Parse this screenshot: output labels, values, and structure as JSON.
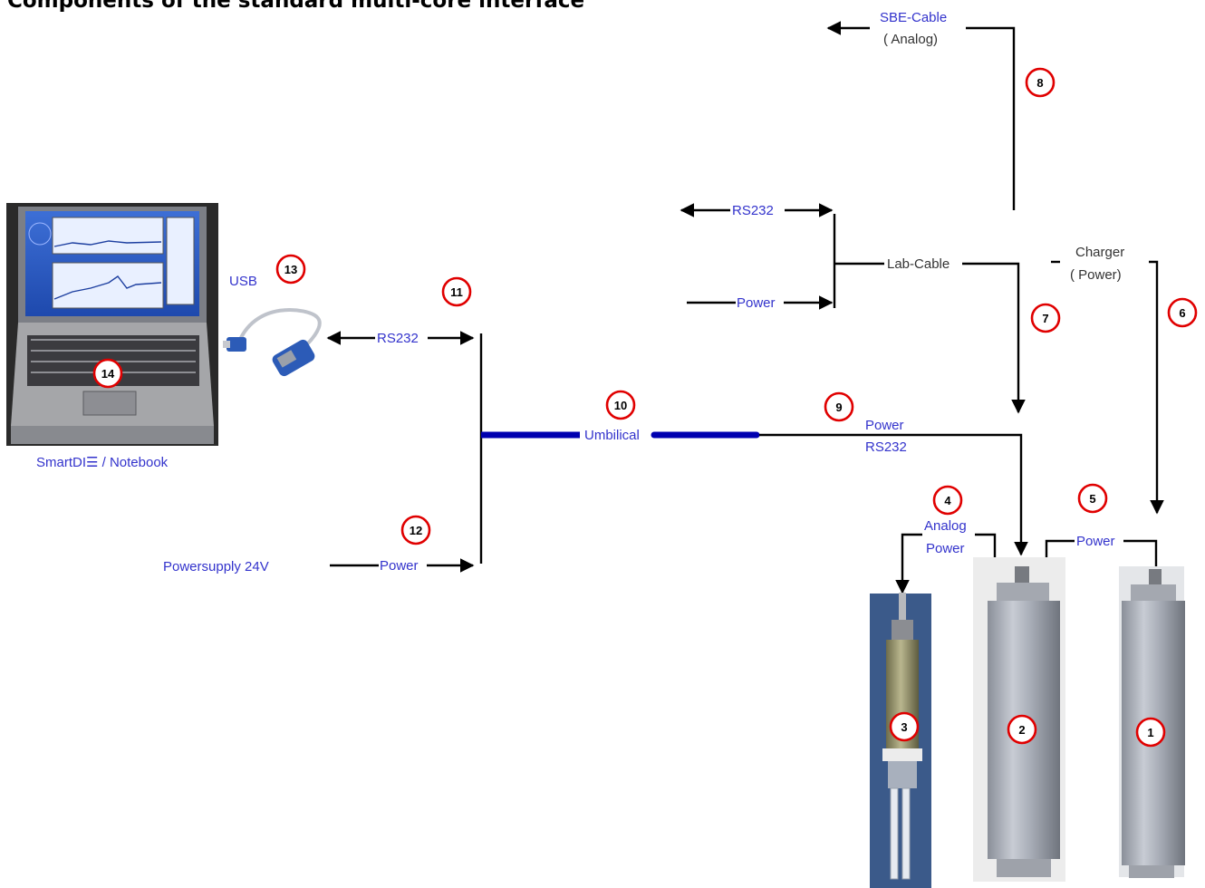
{
  "page": {
    "title": "Components of the standard multi-core interface"
  },
  "labels": {
    "sbe_cable": "SBE-Cable",
    "sbe_analog": "( Analog)",
    "rs232_lab": "RS232",
    "power_lab": "Power",
    "lab_cable": "Lab-Cable",
    "charger": "Charger",
    "charger_power": "( Power)",
    "usb": "USB",
    "rs232_notebook": "RS232",
    "umbilical": "Umbilical",
    "power_9": "Power",
    "rs232_9": "RS232",
    "analog_4": "Analog",
    "power_4": "Power",
    "power_5": "Power",
    "notebook_caption": "SmartDI☰ / Notebook",
    "powersupply": "Powersupply 24V",
    "power_12": "Power"
  },
  "numbers": [
    "1",
    "2",
    "3",
    "4",
    "5",
    "6",
    "7",
    "8",
    "9",
    "10",
    "11",
    "12",
    "13",
    "14"
  ],
  "colors": {
    "label_blue": "#3333cc",
    "umbilical": "#0000b0",
    "marker_red": "#e00000"
  },
  "icons": {
    "notebook": "laptop-photo",
    "usb_adapter": "usb-serial-adapter-photo",
    "probe_1": "cylinder-probe",
    "probe_2": "cylinder-probe",
    "probe_3": "sensor-probe"
  }
}
